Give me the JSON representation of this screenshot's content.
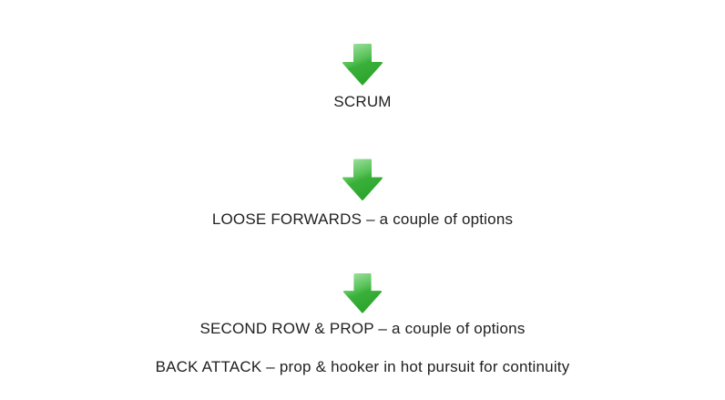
{
  "colors": {
    "background": "#ffffff",
    "text": "#212121",
    "arrow_highlight": "#bdeebd",
    "arrow_light": "#8ed98e",
    "arrow_mid": "#57c257",
    "arrow_deep": "#3ab03a",
    "arrow_dark": "#2da62d"
  },
  "diagram": {
    "steps": [
      {
        "icon": "down-arrow-icon",
        "label": "SCRUM"
      },
      {
        "icon": "down-arrow-icon",
        "label": "LOOSE FORWARDS – a couple of options"
      },
      {
        "icon": "down-arrow-icon",
        "label": "SECOND ROW & PROP – a couple of options"
      }
    ],
    "footer": "BACK ATTACK – prop & hooker in hot pursuit for continuity"
  }
}
